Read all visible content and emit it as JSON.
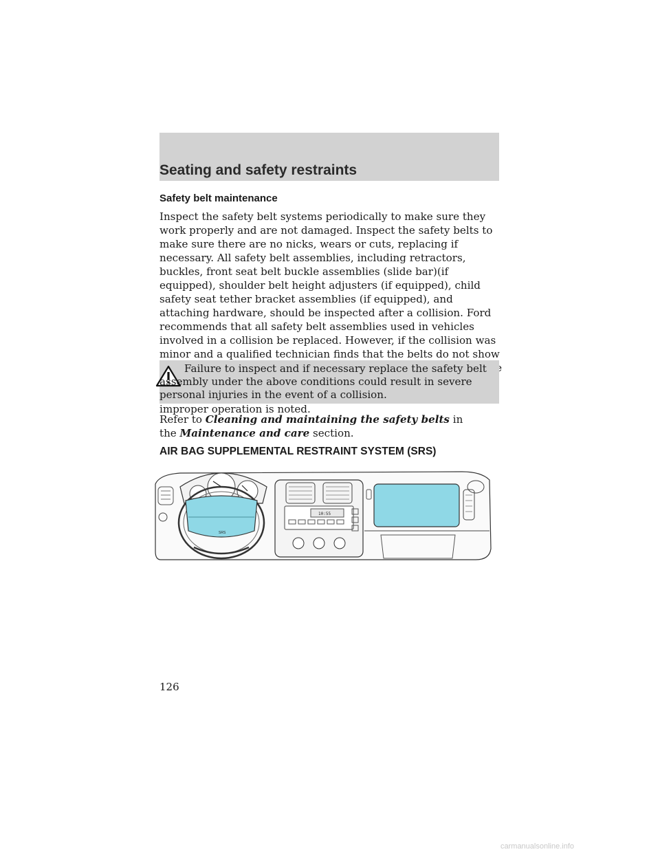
{
  "header": {
    "title": "Seating and safety restraints"
  },
  "section": {
    "heading": "Safety belt maintenance",
    "body": "Inspect the safety belt systems periodically to make sure they work properly and are not damaged. Inspect the safety belts to make sure there are no nicks, wears or cuts, replacing if necessary. All safety belt assemblies, including retractors, buckles, front seat belt buckle assemblies (slide bar)(if equipped), shoulder belt height adjusters (if equipped), child safety seat tether bracket assemblies (if equipped), and attaching hardware, should be inspected after a collision. Ford recommends that all safety belt assemblies used in vehicles involved in a collision be replaced. However, if the collision was minor and a qualified technician finds that the belts do not show damage and continue to operate properly, they do not need to be replaced. Safety belt assemblies not in use during a collision should also be inspected and replaced if either damage or improper operation is noted."
  },
  "warning": {
    "icon": "warning-triangle-icon",
    "text": "Failure to inspect and if necessary replace the safety belt assembly under the above conditions could result in severe personal injuries in the event of a collision."
  },
  "refer": {
    "prefix": "Refer to ",
    "link1": "Cleaning and maintaining the safety belts",
    "middle": " in the ",
    "link2": "Maintenance and care",
    "suffix": " section."
  },
  "srs": {
    "heading": "AIR BAG SUPPLEMENTAL RESTRAINT SYSTEM (SRS)",
    "figure_label": "SRS",
    "radio_display": "10:55"
  },
  "page_number": "126",
  "watermark": "carmanualsonline.info",
  "colors": {
    "band": "#d2d2d2",
    "airbag_highlight": "#8fd8e6"
  }
}
